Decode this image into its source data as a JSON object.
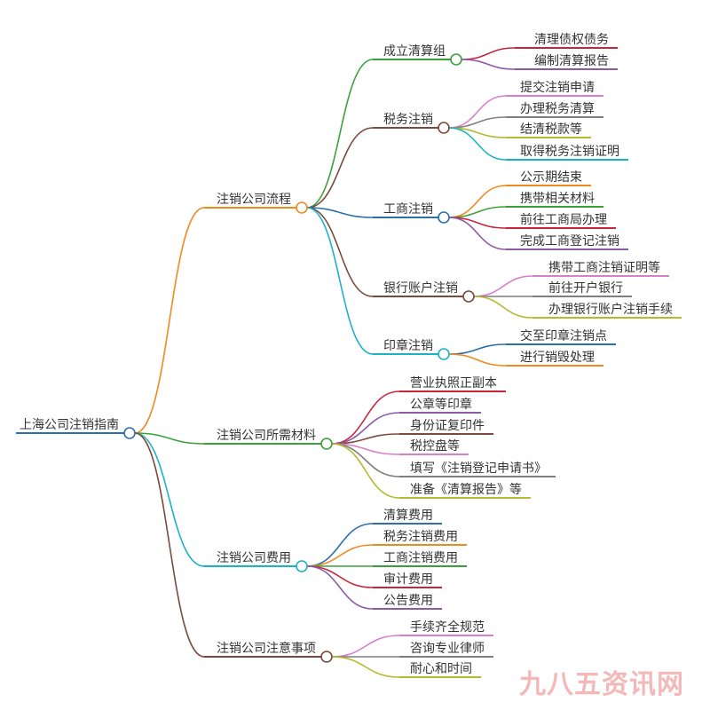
{
  "root": {
    "label": "上海公司注销指南",
    "color": "#2c6fad",
    "children": [
      {
        "label": "注销公司流程",
        "color": "#f0891e",
        "children": [
          {
            "label": "成立清算组",
            "color": "#3aa13a",
            "children": [
              {
                "label": "清理债权债务",
                "color": "#c8243c"
              },
              {
                "label": "编制清算报告",
                "color": "#8e5aa8"
              }
            ]
          },
          {
            "label": "税务注销",
            "color": "#7a4a3e",
            "children": [
              {
                "label": "提交注销申请",
                "color": "#d77fc8"
              },
              {
                "label": "办理税务清算",
                "color": "#7f7f7f"
              },
              {
                "label": "结清税款等",
                "color": "#b5bb30"
              },
              {
                "label": "取得税务注销证明",
                "color": "#1ab3c6"
              }
            ]
          },
          {
            "label": "工商注销",
            "color": "#2c6fad",
            "children": [
              {
                "label": "公示期结束",
                "color": "#f0891e"
              },
              {
                "label": "携带相关材料",
                "color": "#3aa13a"
              },
              {
                "label": "前往工商局办理",
                "color": "#c8243c"
              },
              {
                "label": "完成工商登记注销",
                "color": "#8e5aa8"
              }
            ]
          },
          {
            "label": "银行账户注销",
            "color": "#7a4a3e",
            "children": [
              {
                "label": "携带工商注销证明等",
                "color": "#d77fc8"
              },
              {
                "label": "前往开户银行",
                "color": "#7f7f7f"
              },
              {
                "label": "办理银行账户注销手续",
                "color": "#b5bb30"
              }
            ]
          },
          {
            "label": "印章注销",
            "color": "#1ab3c6",
            "children": [
              {
                "label": "交至印章注销点",
                "color": "#2c6fad"
              },
              {
                "label": "进行销毁处理",
                "color": "#f0891e"
              }
            ]
          }
        ]
      },
      {
        "label": "注销公司所需材料",
        "color": "#3aa13a",
        "children": [
          {
            "label": "营业执照正副本",
            "color": "#c8243c"
          },
          {
            "label": "公章等印章",
            "color": "#8e5aa8"
          },
          {
            "label": "身份证复印件",
            "color": "#7a4a3e"
          },
          {
            "label": "税控盘等",
            "color": "#d77fc8"
          },
          {
            "label": "填写《注销登记申请书》",
            "color": "#7f7f7f"
          },
          {
            "label": "准备《清算报告》等",
            "color": "#b5bb30"
          }
        ]
      },
      {
        "label": "注销公司费用",
        "color": "#1ab3c6",
        "children": [
          {
            "label": "清算费用",
            "color": "#2c6fad"
          },
          {
            "label": "税务注销费用",
            "color": "#f0891e"
          },
          {
            "label": "工商注销费用",
            "color": "#3aa13a"
          },
          {
            "label": "审计费用",
            "color": "#c8243c"
          },
          {
            "label": "公告费用",
            "color": "#8e5aa8"
          }
        ]
      },
      {
        "label": "注销公司注意事项",
        "color": "#7a4a3e",
        "children": [
          {
            "label": "手续齐全规范",
            "color": "#d77fc8"
          },
          {
            "label": "咨询专业律师",
            "color": "#7f7f7f"
          },
          {
            "label": "耐心和时间",
            "color": "#b5bb30"
          }
        ]
      }
    ]
  },
  "watermark": "九八五资讯网"
}
